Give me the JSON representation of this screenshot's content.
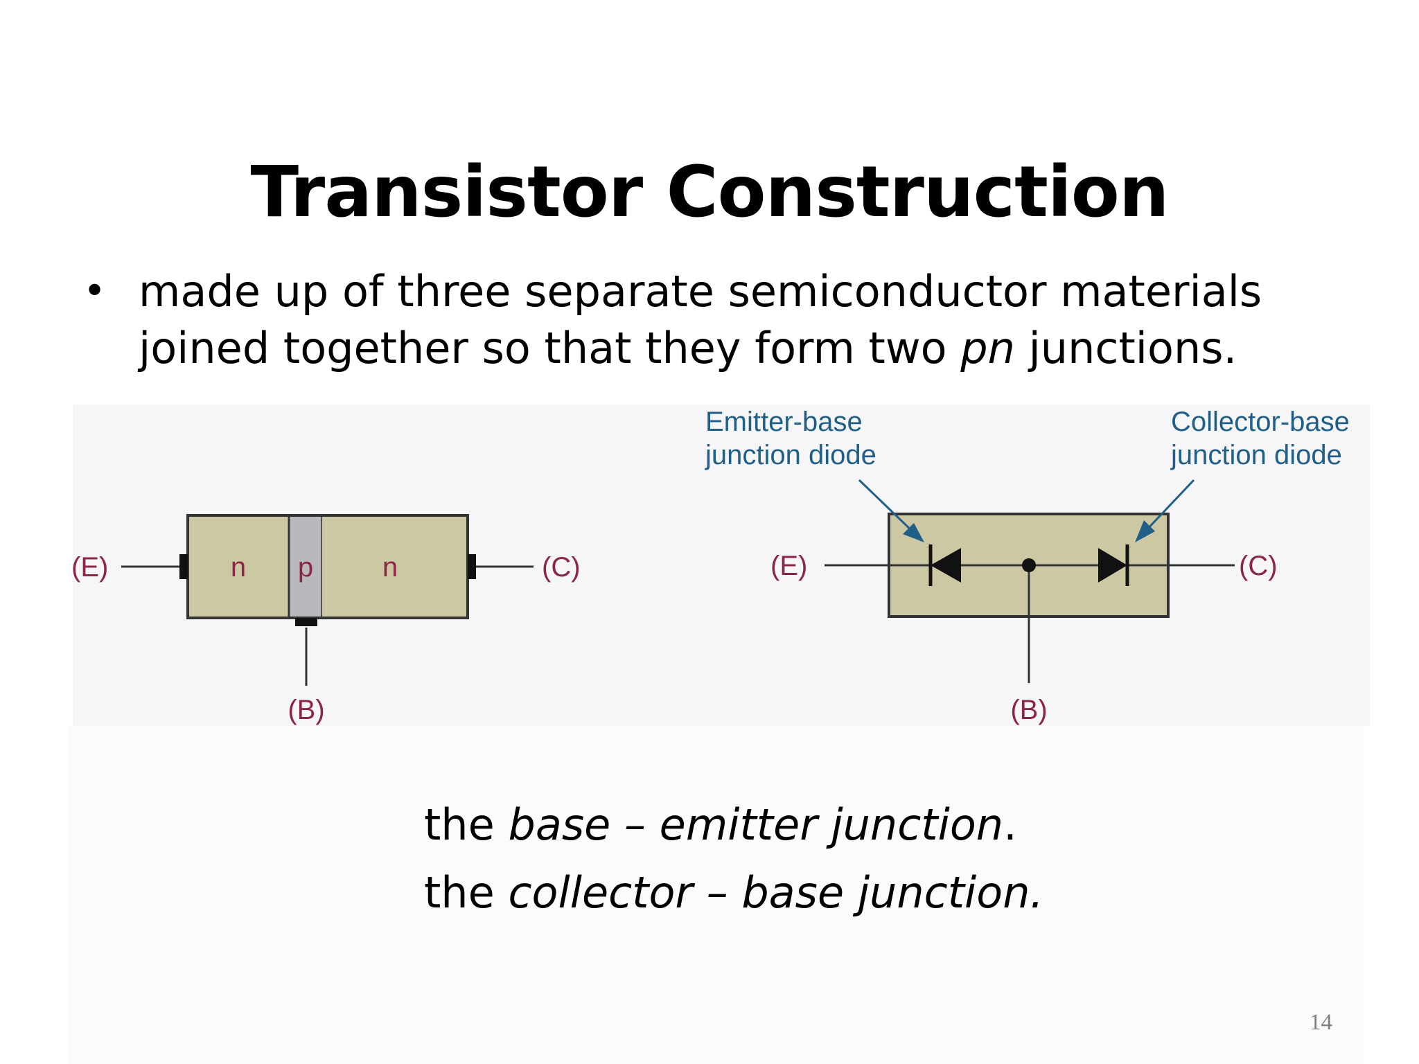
{
  "slide": {
    "title": "Transistor Construction",
    "bullet": {
      "line1": "made up of three separate semiconductor materials",
      "line2_prefix": "joined together so that they form two ",
      "line2_em": "pn",
      "line2_suffix": " junctions."
    },
    "junctions": [
      {
        "prefix": "the ",
        "em": "base – emitter junction",
        "suffix": "."
      },
      {
        "prefix": "the ",
        "em": "collector – base junction.",
        "suffix": ""
      }
    ],
    "page_number": "14"
  },
  "diagram": {
    "left": {
      "emitter_label": "(E)",
      "collector_label": "(C)",
      "base_label": "(B)",
      "regions": [
        "n",
        "p",
        "n"
      ]
    },
    "right": {
      "emitter_label": "(E)",
      "collector_label": "(C)",
      "base_label": "(B)",
      "eb_label_line1": "Emitter-base",
      "eb_label_line2": "junction diode",
      "cb_label_line1": "Collector-base",
      "cb_label_line2": "junction diode"
    }
  },
  "colors": {
    "label_red": "#8b2743",
    "label_blue": "#1f5f88",
    "n_region": "#cdc8a4",
    "p_region": "#b9b9bd"
  }
}
